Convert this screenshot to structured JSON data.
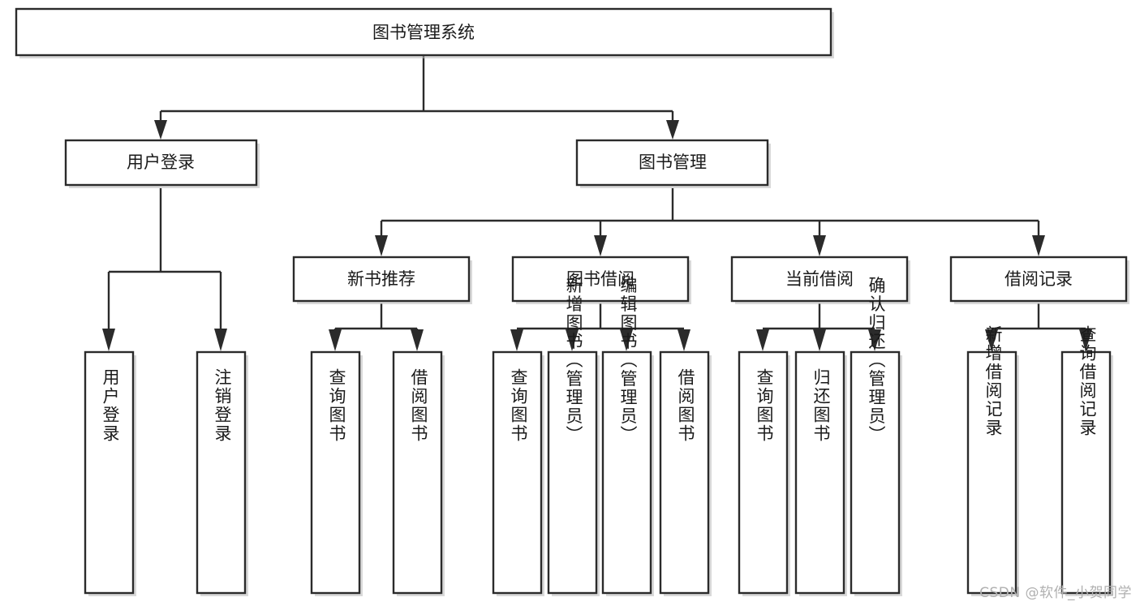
{
  "diagram": {
    "type": "tree",
    "title": "图书管理系统",
    "orientation": "top-down",
    "levels": 4,
    "root": {
      "id": "root",
      "label": "图书管理系统",
      "orientation": "horizontal"
    },
    "level2": [
      {
        "id": "user-login",
        "label": "用户登录",
        "orientation": "horizontal"
      },
      {
        "id": "book-manage",
        "label": "图书管理",
        "orientation": "horizontal"
      }
    ],
    "level3": [
      {
        "id": "new-book-recommend",
        "label": "新书推荐",
        "parent": "book-manage",
        "orientation": "horizontal"
      },
      {
        "id": "book-borrow",
        "label": "图书借阅",
        "parent": "book-manage",
        "orientation": "horizontal"
      },
      {
        "id": "current-borrow",
        "label": "当前借阅",
        "parent": "book-manage",
        "orientation": "horizontal"
      },
      {
        "id": "borrow-record",
        "label": "借阅记录",
        "parent": "book-manage",
        "orientation": "horizontal"
      }
    ],
    "leaves": [
      {
        "id": "leaf-user-login",
        "label": "用户登录",
        "parent": "user-login",
        "orientation": "vertical"
      },
      {
        "id": "leaf-logout-login",
        "label": "注销登录",
        "parent": "user-login",
        "orientation": "vertical"
      },
      {
        "id": "leaf-query-book-1",
        "label": "查询图书",
        "parent": "new-book-recommend",
        "orientation": "vertical"
      },
      {
        "id": "leaf-borrow-book-1",
        "label": "借阅图书",
        "parent": "new-book-recommend",
        "orientation": "vertical"
      },
      {
        "id": "leaf-query-book-2",
        "label": "查询图书",
        "parent": "book-borrow",
        "orientation": "vertical"
      },
      {
        "id": "leaf-add-book-admin",
        "label": "新增图书（管理员）",
        "parent": "book-borrow",
        "orientation": "vertical"
      },
      {
        "id": "leaf-edit-book-admin",
        "label": "编辑图书（管理员）",
        "parent": "book-borrow",
        "orientation": "vertical"
      },
      {
        "id": "leaf-borrow-book-2",
        "label": "借阅图书",
        "parent": "book-borrow",
        "orientation": "vertical"
      },
      {
        "id": "leaf-query-book-3",
        "label": "查询图书",
        "parent": "current-borrow",
        "orientation": "vertical"
      },
      {
        "id": "leaf-return-book",
        "label": "归还图书",
        "parent": "current-borrow",
        "orientation": "vertical"
      },
      {
        "id": "leaf-confirm-return-admin",
        "label": "确认归还（管理员）",
        "parent": "current-borrow",
        "orientation": "vertical"
      },
      {
        "id": "leaf-add-borrow-record",
        "label": "新增借阅记录",
        "parent": "borrow-record",
        "orientation": "vertical"
      },
      {
        "id": "leaf-query-borrow-record",
        "label": "查询借阅记录",
        "parent": "borrow-record",
        "orientation": "vertical"
      }
    ]
  },
  "watermark": {
    "text": "CSDN @软件_小贺同学"
  },
  "colors": {
    "background": "#ffffff",
    "box_fill": "#ffffff",
    "box_stroke": "#2b2b2b",
    "line": "#2b2b2b",
    "text": "#1a1a1a",
    "watermark": "#b0b0b0"
  }
}
